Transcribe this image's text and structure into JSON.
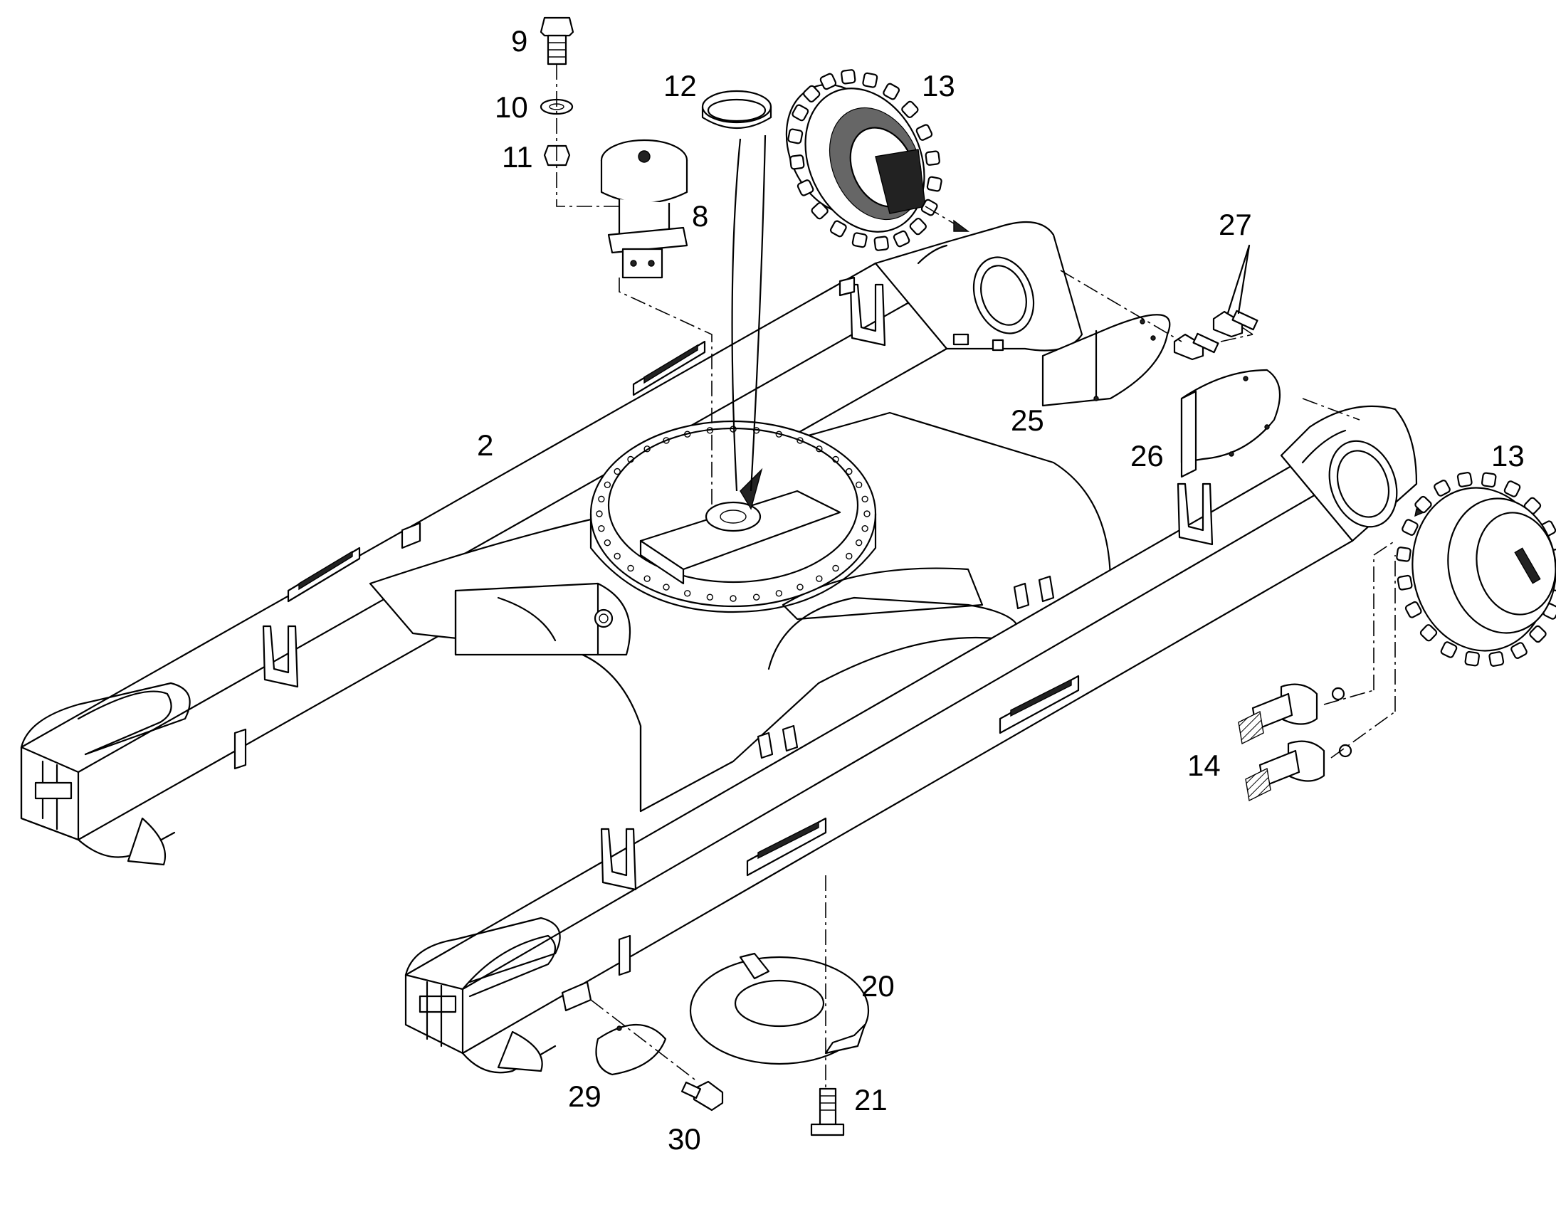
{
  "callouts": {
    "c9": "9",
    "c10": "10",
    "c11": "11",
    "c12": "12",
    "c13a": "13",
    "c8": "8",
    "c27": "27",
    "c2": "2",
    "c25": "25",
    "c26": "26",
    "c13b": "13",
    "c14": "14",
    "c20": "20",
    "c29": "29",
    "c21": "21",
    "c30": "30"
  }
}
